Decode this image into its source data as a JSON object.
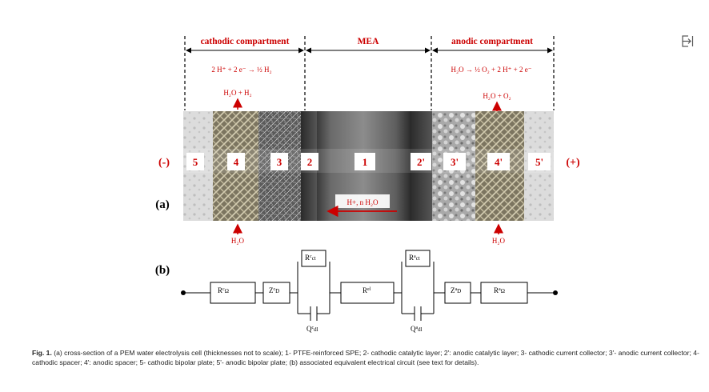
{
  "figure": {
    "header": {
      "cathodic": "cathodic compartment",
      "mea": "MEA",
      "anodic": "anodic compartment"
    },
    "reactions": {
      "cathode": "2 H⁺ + 2 e⁻ → ½ H₂",
      "anode": "H₂O → ½ O₂ + 2 H⁺ + 2 e⁻"
    },
    "outputs": {
      "cathode": "H₂O + H₂",
      "anode": "H₂O + O₂"
    },
    "inputs": {
      "cathode": "H₂O",
      "anode": "H₂O"
    },
    "polarity": {
      "negative": "(-)",
      "positive": "(+)"
    },
    "layers": [
      "5",
      "4",
      "3",
      "2",
      "1",
      "2'",
      "3'",
      "4'",
      "5'"
    ],
    "proton_flow": "H+, n H₂O",
    "panel_a": "(a)",
    "panel_b": "(b)",
    "circuit": {
      "r_ohm_c": {
        "main": "R",
        "sup": "c",
        "sub": "Ω"
      },
      "z_d_c": {
        "main": "Z",
        "sup": "c",
        "sub": "D"
      },
      "r_ct_c": {
        "main": "R",
        "sup": "c",
        "sub": "ct"
      },
      "q_dl_c": {
        "main": "Q",
        "sup": "c",
        "sub": "dl"
      },
      "r_el": {
        "main": "R",
        "sup": "el",
        "sub": ""
      },
      "r_ct_a": {
        "main": "R",
        "sup": "a",
        "sub": "ct"
      },
      "q_dl_a": {
        "main": "Q",
        "sup": "a",
        "sub": "dl"
      },
      "z_d_a": {
        "main": "Z",
        "sup": "a",
        "sub": "D"
      },
      "r_ohm_a": {
        "main": "R",
        "sup": "a",
        "sub": "Ω"
      }
    }
  },
  "caption": {
    "label": "Fig. 1.",
    "text": "(a) cross-section of a PEM water electrolysis cell (thicknesses not to scale); 1- PTFE-reinforced SPE; 2- cathodic catalytic layer; 2': anodic catalytic layer; 3- cathodic current collector; 3'- anodic current collector; 4- cathodic spacer; 4': anodic spacer; 5- cathodic bipolar plate; 5'- anodic bipolar plate; (b) associated equivalent electrical circuit (see text for details)."
  },
  "icons": {
    "export": "export-icon"
  }
}
